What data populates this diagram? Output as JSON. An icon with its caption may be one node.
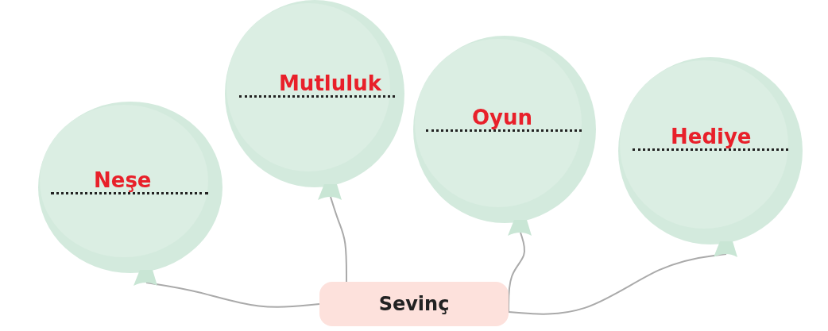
{
  "diagram": {
    "nodes": [
      {
        "text": [
          "Neşe"
        ]
      },
      {
        "text": [
          "Mutluluk"
        ]
      },
      {
        "text": [
          "Oyun"
        ]
      },
      {
        "text": [
          "Hediye"
        ]
      },
      {
        "text": [
          "Sevinç"
        ]
      }
    ],
    "edges": [
      {
        "from": 4,
        "to": 0,
        "arrow": "none"
      },
      {
        "from": 4,
        "to": 1,
        "arrow": "none"
      },
      {
        "from": 4,
        "to": 2,
        "arrow": "none"
      },
      {
        "from": 4,
        "to": 3,
        "arrow": "none"
      }
    ]
  }
}
